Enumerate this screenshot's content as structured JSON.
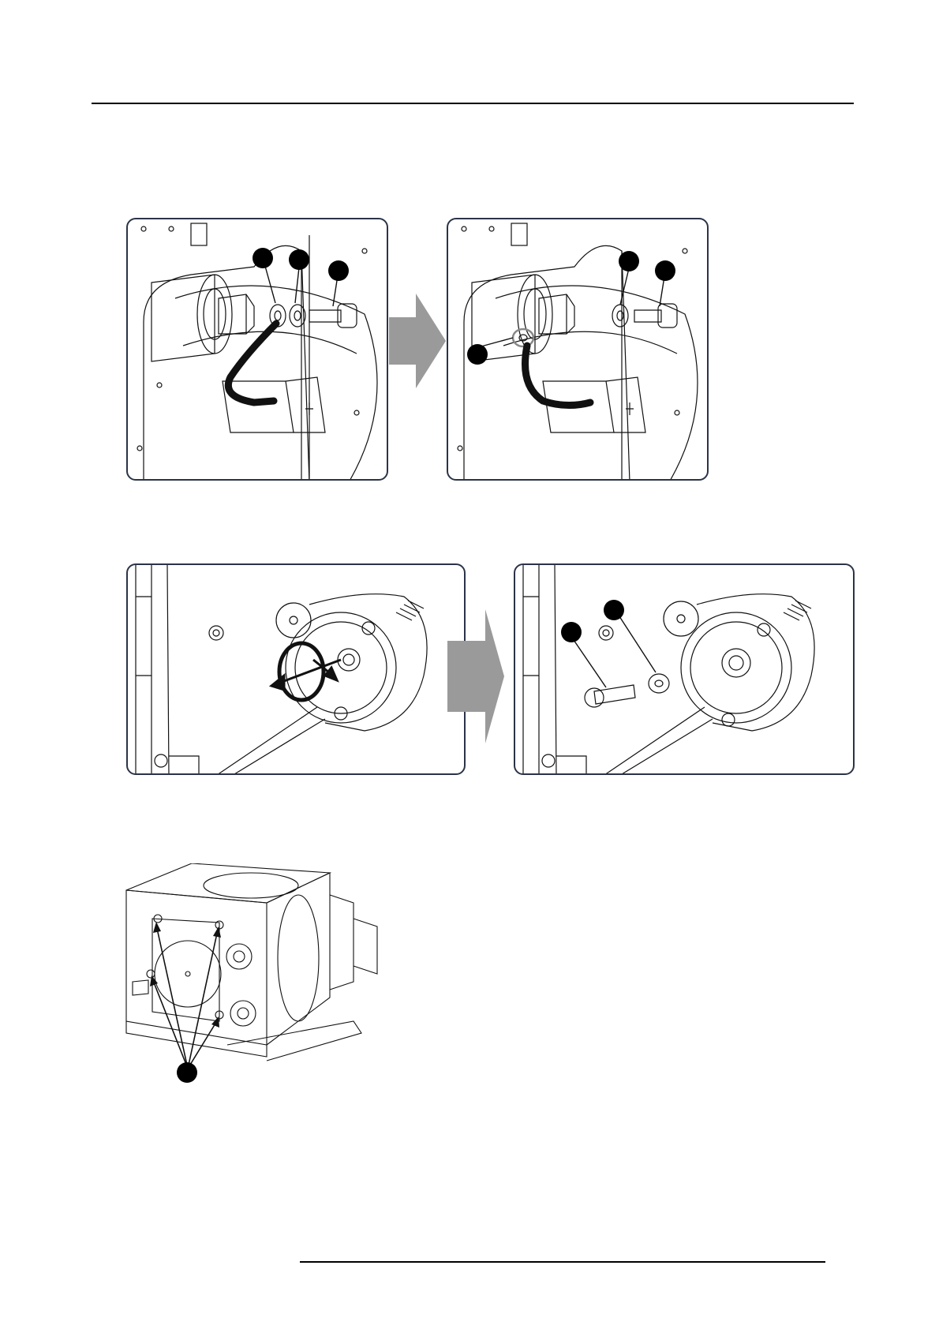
{
  "document": {
    "header_rule": true,
    "footer_rule": true
  },
  "figures": [
    {
      "id": "ground-wire-removal",
      "panels": 2,
      "callout_count_left": 3,
      "callout_count_right": 3
    },
    {
      "id": "gas-spring-bolt-removal",
      "panels": 2,
      "callout_count_left": 0,
      "callout_count_right": 2
    },
    {
      "id": "module-mounting-bolts",
      "panels": 1,
      "callout_count": 1
    }
  ],
  "colors": {
    "panel_border": "#2b3347",
    "arrow_fill": "#9a9a9a",
    "line": "#111111",
    "callout": "#000000"
  }
}
